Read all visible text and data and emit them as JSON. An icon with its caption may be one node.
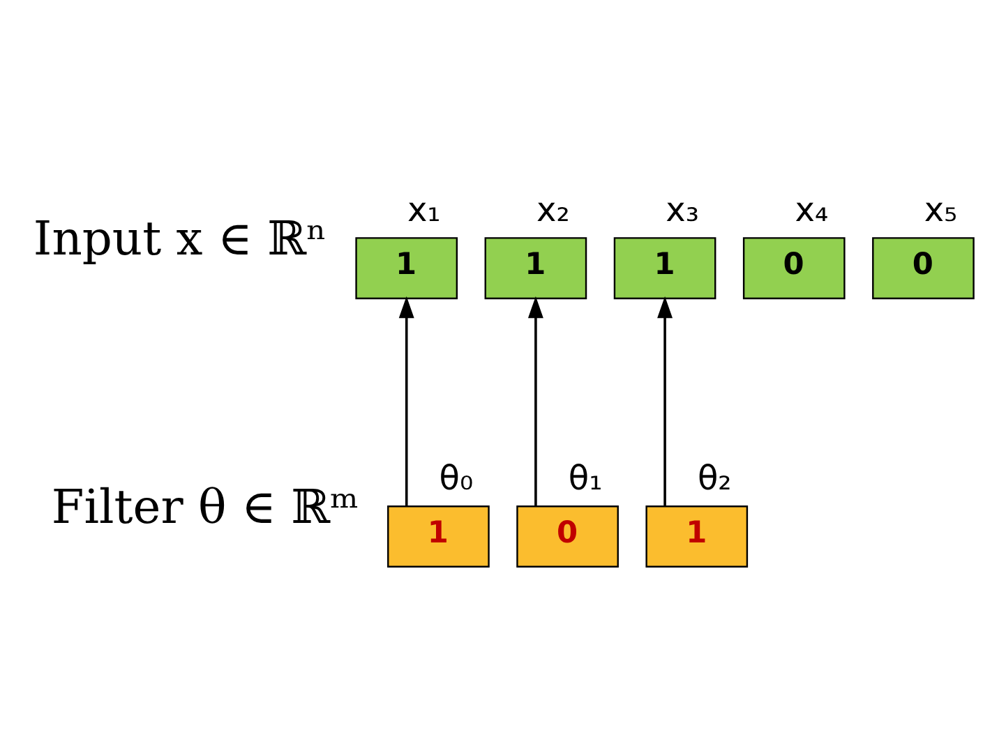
{
  "diagram": {
    "nodes": [
      {
        "text": [
          "1"
        ],
        "beside": [
          "x₁"
        ]
      },
      {
        "text": [
          "1"
        ],
        "beside": [
          "x₂"
        ]
      },
      {
        "text": [
          "1"
        ],
        "beside": [
          "x₃"
        ]
      },
      {
        "text": [
          "0"
        ],
        "beside": [
          "x₄"
        ]
      },
      {
        "text": [
          "0"
        ],
        "beside": [
          "x₅"
        ]
      },
      {
        "text": [
          "1"
        ],
        "beside": [
          "θ₀"
        ]
      },
      {
        "text": [
          "0"
        ],
        "beside": [
          "θ₁"
        ]
      },
      {
        "text": [
          "1"
        ],
        "beside": [
          "θ₂"
        ]
      }
    ],
    "edges": [
      {
        "from": 5,
        "to": 0,
        "arrow": "to"
      },
      {
        "from": 6,
        "to": 1,
        "arrow": "to"
      },
      {
        "from": 7,
        "to": 2,
        "arrow": "to"
      }
    ],
    "labels": [
      "Input x ∈ ℝⁿ",
      "Filter θ ∈ ℝᵐ"
    ]
  }
}
